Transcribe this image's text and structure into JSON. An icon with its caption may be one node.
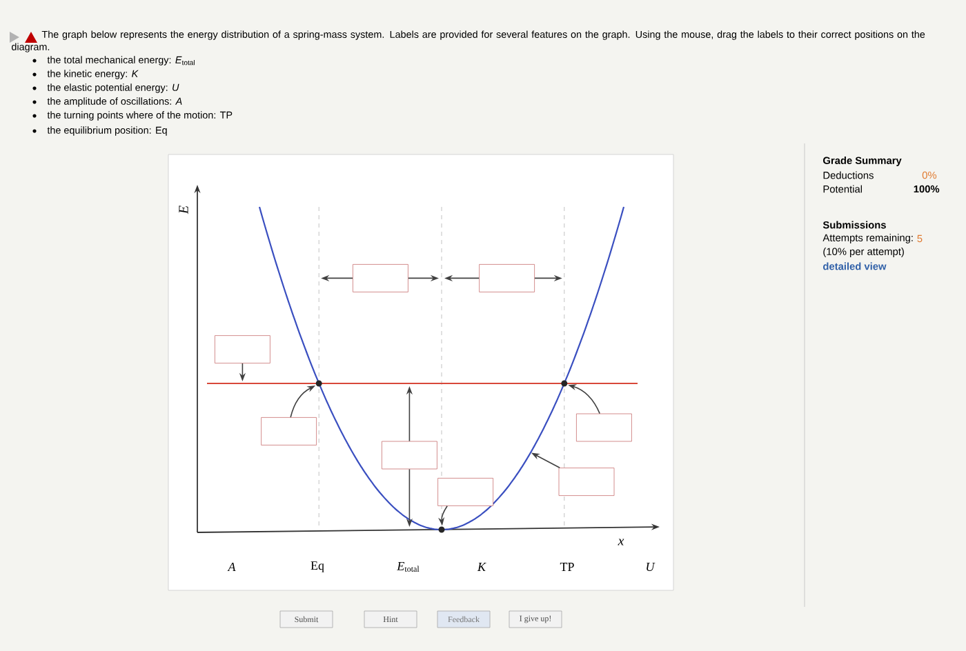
{
  "diagram": {
    "nodes": [
      {
        "text": [],
        "shape": "box"
      },
      {
        "text": [],
        "shape": "box"
      },
      {
        "text": [],
        "shape": "box"
      },
      {
        "text": [],
        "shape": "circle"
      },
      {
        "text": [],
        "shape": "circle"
      },
      {
        "text": [],
        "shape": "box"
      },
      {
        "text": [],
        "shape": "box"
      },
      {
        "text": [],
        "shape": "box"
      },
      {
        "text": [],
        "shape": "box"
      },
      {
        "text": [],
        "shape": "box"
      },
      {
        "text": [],
        "shape": "circle"
      },
      {
        "text": [
          "Submit"
        ]
      },
      {
        "text": [
          "Hint"
        ]
      },
      {
        "text": [
          "Feedback"
        ]
      },
      {
        "text": [
          "I give up!"
        ]
      }
    ],
    "edges": [
      {
        "from": 0,
        "to": null,
        "arrow": "to"
      },
      {
        "from": 0,
        "to": null,
        "arrow": "to"
      },
      {
        "from": 1,
        "to": null,
        "arrow": "to"
      },
      {
        "from": 1,
        "to": null,
        "arrow": "to"
      },
      {
        "from": 2,
        "to": null,
        "arrow": "to"
      },
      {
        "from": 5,
        "to": 3,
        "arrow": "to"
      },
      {
        "from": 6,
        "to": 4,
        "arrow": "to"
      },
      {
        "from": 7,
        "to": null,
        "arrow": "to"
      },
      {
        "from": 7,
        "to": null,
        "arrow": "to"
      },
      {
        "from": 8,
        "to": null,
        "arrow": "to"
      },
      {
        "from": 9,
        "to": 10,
        "arrow": "to"
      }
    ],
    "labels": [
      "The graph below represents the energy distribution of a spring-mass system. Labels are provided for several features on the graph. Using the mouse, drag the labels to their correct positions on the diagram.",
      "the total mechanical energy: *E*$_{total}$",
      "the kinetic energy: *K*",
      "the elastic potential energy: *U*",
      "the amplitude of oscillations: *A*",
      "the turning points where of the motion: TP",
      "the equilibrium position: Eq",
      "E",
      "x",
      "A",
      "Eq",
      "*E*$_{total}$",
      "K",
      "TP",
      "U",
      "Grade Summary",
      "Deductions",
      "0%",
      "Potential",
      "100%",
      "Submissions",
      "Attempts remaining:",
      "5",
      "(10% per attempt)",
      "detailed view"
    ]
  }
}
